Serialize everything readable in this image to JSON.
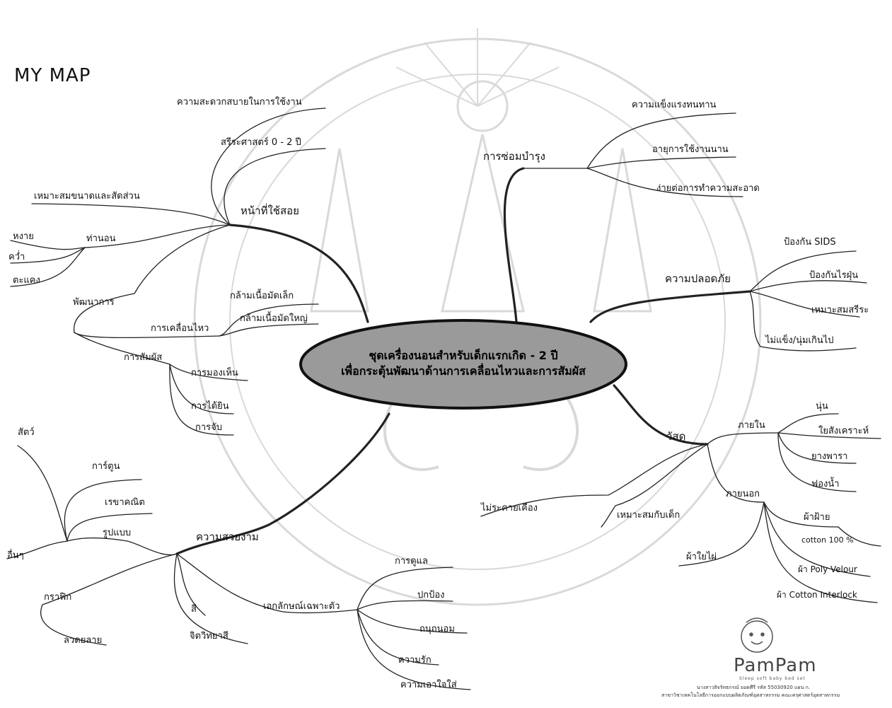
{
  "title": "MY MAP",
  "center": {
    "line1": "ชุดเครื่องนอนสำหรับเด็กแรกเกิด - 2 ปี",
    "line2": "เพื่อกระตุ้นพัฒนาด้านการเคลื่อนไหวและการสัมผัส"
  },
  "functions": {
    "label": "หน้าที่ใช้สอย",
    "convenience": "ความสะดวกสบายในการใช้งาน",
    "anatomy": "สรีระศาสตร์ 0 - 2 ปี",
    "proportion": "เหมาะสมขนาดและสัดส่วน",
    "posture": {
      "label": "ท่านอน",
      "items": [
        "หงาย",
        "คว่ำ",
        "ตะแคง"
      ]
    },
    "development": {
      "label": "พัฒนาการ",
      "movement": {
        "label": "การเคลื่อนไหว",
        "items": [
          "กล้ามเนื้อมัดเล็ก",
          "กล้ามเนื้อมัดใหญ่"
        ]
      },
      "senses": {
        "label": "การสัมผัส",
        "items": [
          "การมองเห็น",
          "การได้ยิน",
          "การจับ"
        ]
      }
    }
  },
  "maintenance": {
    "label": "การซ่อมบำรุง",
    "items": [
      "ความแข็งแรงทนทาน",
      "อายุการใช้งานนาน",
      "ง่ายต่อการทำความสะอาด"
    ]
  },
  "safety": {
    "label": "ความปลอดภัย",
    "items": [
      "ป้องกัน SIDS",
      "ป้องกันไรฝุ่น",
      "เหมาะสมสรีระ",
      "ไม่แข็ง/นุ่มเกินไป"
    ]
  },
  "materials": {
    "label": "วัสดุ",
    "inner": {
      "label": "ภายใน",
      "items": [
        "นุ่น",
        "ใยสังเคราะห์",
        "ยางพารา",
        "ฟองน้ำ"
      ]
    },
    "outer": {
      "label": "ภายนอก",
      "cotton": "ผ้าฝ้าย",
      "cotton_items": [
        "cotton 100 %",
        "ผ้า Poly Velour",
        "ผ้า Cotton Interlock"
      ],
      "bamboo": "ผ้าใยไผ่"
    },
    "no_irritation": "ไม่ระคายเคือง",
    "child_safe": "เหมาะสมกับเด็ก"
  },
  "aesthetics": {
    "label": "ความสวยงาม",
    "style": {
      "label": "รูปแบบ",
      "items": [
        "สัตว์",
        "การ์ตูน",
        "เรขาคณิต",
        "อื่นๆ"
      ]
    },
    "graphic": {
      "label": "กราฟิก",
      "pattern": "ลวดยลาย"
    },
    "color": {
      "label": "สี",
      "psychology": "จิตวิทยาสี"
    },
    "identity": {
      "label": "เอกลักษณ์เฉพาะตัว",
      "items": [
        "การดูแล",
        "ปกป้อง",
        "ถนุถนอม",
        "ความรัก",
        "ความเอาใจใส่"
      ]
    }
  },
  "logo": {
    "word": "PamPam",
    "sub": "Sleep soft baby bed set"
  },
  "credit": {
    "line1": "นางสาวสิจรัทธกรณ์ ยอดศีรี รหัส 55030920 แผน ก.",
    "line2": "สาขาวิชาเทคโนโลยีการออกแบบผลิตภัณฑ์อุตสาหกรรม คณะครุศาสตร์อุตสาหกรรม"
  },
  "colors": {
    "ellipse_fill": "#9a9a9a",
    "ellipse_stroke": "#111111",
    "line": "#222222",
    "watermark": "#d6d6d6"
  }
}
